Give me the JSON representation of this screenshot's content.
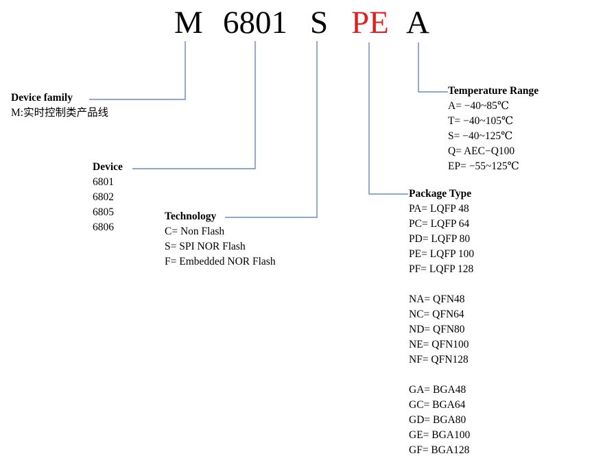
{
  "code": {
    "family": "M",
    "device": "6801",
    "technology": "S",
    "package": "PE",
    "temperature": "A"
  },
  "colors": {
    "highlight": "#e0201c",
    "connector": "#4a72b8"
  },
  "device_family": {
    "heading": "Device family",
    "items": [
      "M:实时控制类产品线"
    ]
  },
  "device": {
    "heading": "Device",
    "items": [
      "6801",
      "6802",
      "6805",
      "6806"
    ]
  },
  "technology": {
    "heading": "Technology",
    "items": [
      "C= Non Flash",
      "S= SPI NOR Flash",
      "F= Embedded NOR Flash"
    ]
  },
  "package_type": {
    "heading": "Package Type",
    "groups": [
      [
        "PA= LQFP 48",
        "PC= LQFP 64",
        "PD= LQFP 80",
        "PE= LQFP 100",
        "PF= LQFP 128"
      ],
      [
        "NA= QFN48",
        "NC= QFN64",
        "ND= QFN80",
        "NE= QFN100",
        "NF= QFN128"
      ],
      [
        "GA= BGA48",
        "GC= BGA64",
        "GD= BGA80",
        "GE= BGA100",
        "GF= BGA128"
      ]
    ]
  },
  "temperature_range": {
    "heading": "Temperature Range",
    "items": [
      "A= −40~85℃",
      "T= −40~105℃",
      "S= −40~125℃",
      "Q= AEC−Q100",
      "EP= −55~125℃"
    ]
  }
}
